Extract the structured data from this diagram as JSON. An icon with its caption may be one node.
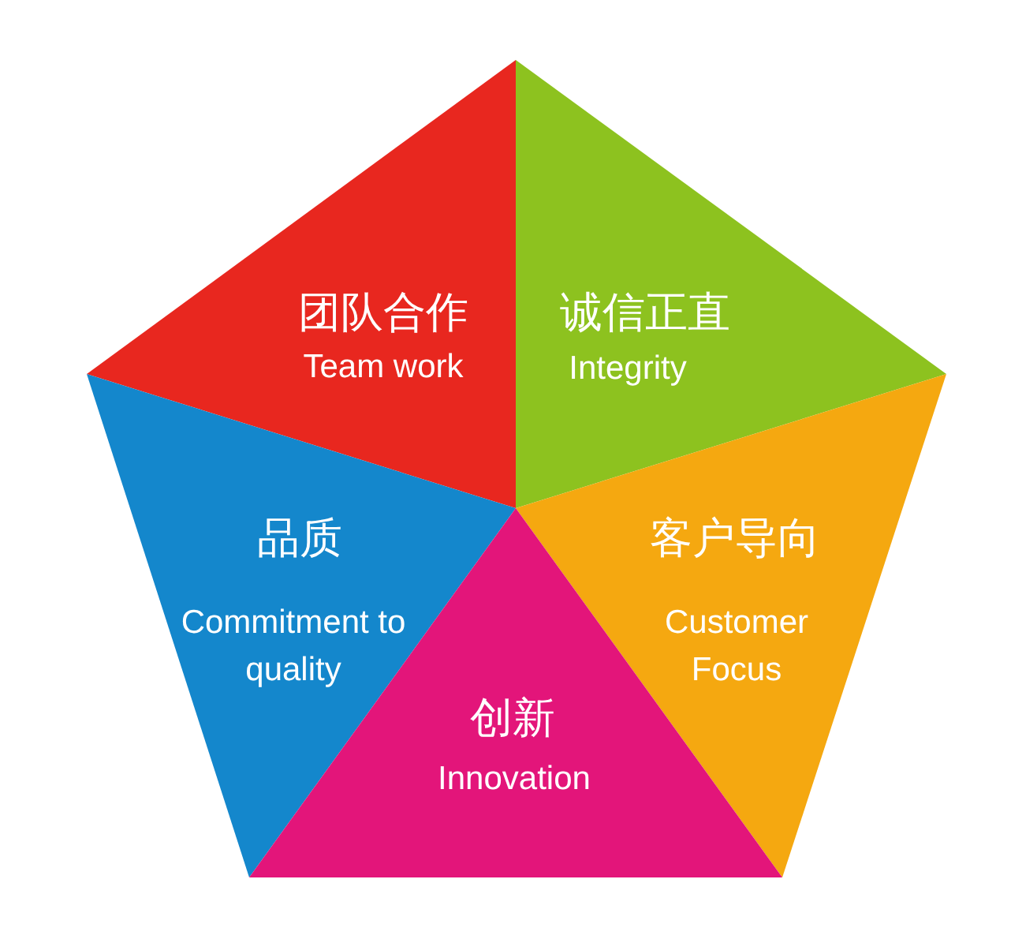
{
  "diagram": {
    "nodes": [
      {
        "text": [
          "团队合作",
          "Team work"
        ]
      },
      {
        "text": [
          "诚信正直",
          "Integrity"
        ]
      },
      {
        "text": [
          "品质",
          "Commitment to quality"
        ]
      },
      {
        "text": [
          "客户导向",
          "Customer Focus"
        ]
      },
      {
        "text": [
          "创新",
          "Innovation"
        ]
      }
    ]
  }
}
